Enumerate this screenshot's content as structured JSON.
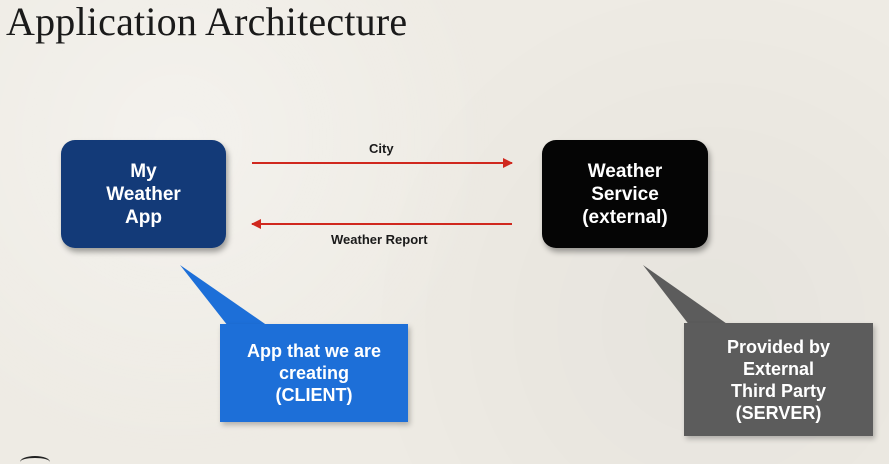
{
  "title": "Application Architecture",
  "nodes": {
    "client": {
      "label": "My\nWeather\nApp",
      "color": "#133a78"
    },
    "server": {
      "label": "Weather\nService\n(external)",
      "color": "#050505"
    }
  },
  "arrows": {
    "request": {
      "label": "City",
      "color": "#d0281e"
    },
    "response": {
      "label": "Weather Report",
      "color": "#d0281e"
    }
  },
  "callouts": {
    "client": {
      "label": "App that we are\ncreating\n(CLIENT)",
      "color": "#1d6fd8"
    },
    "server": {
      "label": "Provided by\nExternal\nThird Party\n(SERVER)",
      "color": "#5c5c5c"
    }
  }
}
